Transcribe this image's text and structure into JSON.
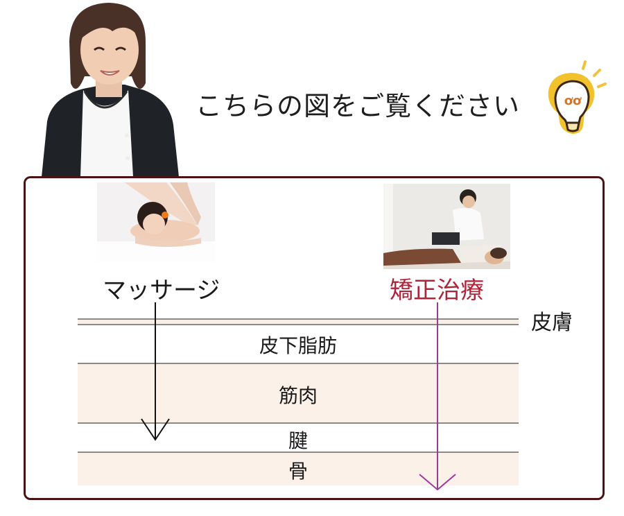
{
  "header": {
    "headline": "こちらの図をご覧ください",
    "icon": "lightbulb-idea-icon"
  },
  "colors": {
    "frame_border": "#4a1212",
    "chiro_label": "#b0243a",
    "chiro_arrow": "#a0379a",
    "massage_arrow": "#111111",
    "layer_tint": "#fbf1e8",
    "layer_line": "#8c8a86",
    "bulb_yellow": "#f2c22c"
  },
  "diagram": {
    "methods": [
      {
        "label": "マッサージ",
        "image": "massage-photo"
      },
      {
        "label": "矯正治療",
        "image": "chiropractic-photo"
      }
    ],
    "side_label": "皮膚",
    "layers": [
      {
        "label": "皮下脂肪"
      },
      {
        "label": "筋肉"
      },
      {
        "label": "腱"
      },
      {
        "label": "骨"
      }
    ]
  }
}
